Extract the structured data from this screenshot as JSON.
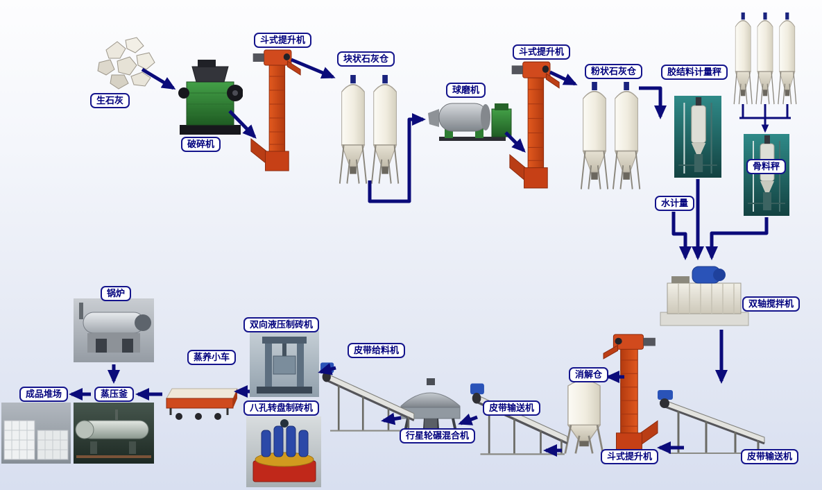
{
  "colors": {
    "arrow": "#0b0b7a",
    "label_border": "#14148c",
    "label_text": "#00007d",
    "label_bg": "#ffffff"
  },
  "nodes": [
    {
      "id": "quicklime",
      "label": "生石灰"
    },
    {
      "id": "crusher",
      "label": "破碎机"
    },
    {
      "id": "bucket-elevator-1",
      "label": "斗式提升机"
    },
    {
      "id": "lump-lime-silo",
      "label": "块状石灰仓"
    },
    {
      "id": "ball-mill",
      "label": "球磨机"
    },
    {
      "id": "bucket-elevator-2",
      "label": "斗式提升机"
    },
    {
      "id": "powder-lime-silo",
      "label": "粉状石灰仓"
    },
    {
      "id": "binder-weighing-scale",
      "label": "胶结料计量秤"
    },
    {
      "id": "aggregate-scale",
      "label": "骨料秤"
    },
    {
      "id": "water-metering",
      "label": "水计量"
    },
    {
      "id": "twin-shaft-mixer",
      "label": "双轴搅拌机"
    },
    {
      "id": "belt-conveyor-right",
      "label": "皮带输送机"
    },
    {
      "id": "bucket-elevator-3",
      "label": "斗式提升机"
    },
    {
      "id": "digestion-silo",
      "label": "消解仓"
    },
    {
      "id": "belt-conveyor-mid",
      "label": "皮带输送机"
    },
    {
      "id": "planetary-wheel-mixer",
      "label": "行星轮碾混合机"
    },
    {
      "id": "belt-feeder",
      "label": "皮带给料机"
    },
    {
      "id": "hydraulic-brick-machine",
      "label": "双向液压制砖机"
    },
    {
      "id": "rotary-brick-machine",
      "label": "八孔转盘制砖机"
    },
    {
      "id": "steam-curing-trolley",
      "label": "蒸养小车"
    },
    {
      "id": "autoclave",
      "label": "蒸压釜"
    },
    {
      "id": "boiler",
      "label": "锅炉"
    },
    {
      "id": "product-yard",
      "label": "成品堆场"
    }
  ],
  "edges": [
    {
      "from": "quicklime",
      "to": "crusher"
    },
    {
      "from": "crusher",
      "to": "bucket-elevator-1"
    },
    {
      "from": "bucket-elevator-1",
      "to": "lump-lime-silo"
    },
    {
      "from": "lump-lime-silo",
      "to": "ball-mill"
    },
    {
      "from": "ball-mill",
      "to": "bucket-elevator-2"
    },
    {
      "from": "bucket-elevator-2",
      "to": "powder-lime-silo"
    },
    {
      "from": "powder-lime-silo",
      "to": "binder-weighing-scale"
    },
    {
      "from": "aggregate-silos",
      "to": "aggregate-scale"
    },
    {
      "from": "binder-weighing-scale",
      "to": "twin-shaft-mixer"
    },
    {
      "from": "water-metering",
      "to": "twin-shaft-mixer"
    },
    {
      "from": "aggregate-scale",
      "to": "twin-shaft-mixer"
    },
    {
      "from": "twin-shaft-mixer",
      "to": "belt-conveyor-right"
    },
    {
      "from": "belt-conveyor-right",
      "to": "bucket-elevator-3"
    },
    {
      "from": "bucket-elevator-3",
      "to": "digestion-silo"
    },
    {
      "from": "digestion-silo",
      "to": "belt-conveyor-mid"
    },
    {
      "from": "belt-conveyor-mid",
      "to": "planetary-wheel-mixer"
    },
    {
      "from": "planetary-wheel-mixer",
      "to": "belt-feeder"
    },
    {
      "from": "belt-feeder",
      "to": "hydraulic-brick-machine"
    },
    {
      "from": "hydraulic-brick-machine",
      "to": "steam-curing-trolley"
    },
    {
      "from": "steam-curing-trolley",
      "to": "autoclave"
    },
    {
      "from": "boiler",
      "to": "autoclave"
    },
    {
      "from": "autoclave",
      "to": "product-yard"
    }
  ]
}
